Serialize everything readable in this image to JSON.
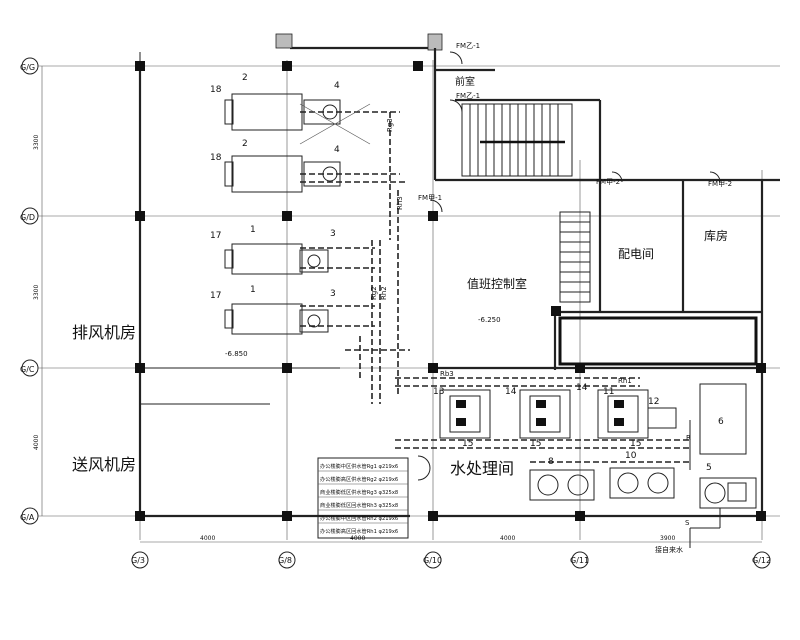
{
  "rooms": {
    "exhaust": "排风机房",
    "supply": "送风机房",
    "water": "水处理间",
    "control": "值班控制室",
    "power": "配电间",
    "store": "库房",
    "front": "前室"
  },
  "grid_axes": {
    "rows": [
      "G/G",
      "G/D",
      "G/C",
      "G/A"
    ],
    "cols": [
      "G/3",
      "G/8",
      "G/10",
      "G/11",
      "G/12"
    ]
  },
  "equipment_tags": [
    "18",
    "2",
    "4",
    "18",
    "2",
    "4",
    "17",
    "1",
    "3",
    "17",
    "1",
    "3",
    "13",
    "14",
    "14",
    "11",
    "15",
    "15",
    "15",
    "12",
    "6",
    "8",
    "10",
    "5"
  ],
  "pipe_tags": [
    "Rg3",
    "Rh3",
    "Rg2",
    "Rh2",
    "Rb3",
    "Rh1",
    "R"
  ],
  "door_tags": [
    "FM乙-1",
    "FM乙-1",
    "FM甲-1",
    "FM甲-2",
    "FM甲-2"
  ],
  "elevations": [
    "-6.850",
    "-6.250"
  ],
  "dimensions": {
    "top": [
      "4000",
      "4000",
      "4000",
      "3900"
    ],
    "left": [
      "3300",
      "3300",
      "4000"
    ]
  },
  "legend": [
    "办公楼膨中区供水管Rg1 φ219x6",
    "办公楼膨高区供水管Rg2 φ219x6",
    "商业楼膨低区供水管Rg3 φ325x8",
    "商业楼膨低区回水管Rh3 φ325x8",
    "办公楼膨中区回水管Rh2 φ219x6",
    "办公楼膨高区回水管Rh1 φ219x6"
  ],
  "notes": {
    "s_mark": "S",
    "outlet": "接自来水"
  }
}
